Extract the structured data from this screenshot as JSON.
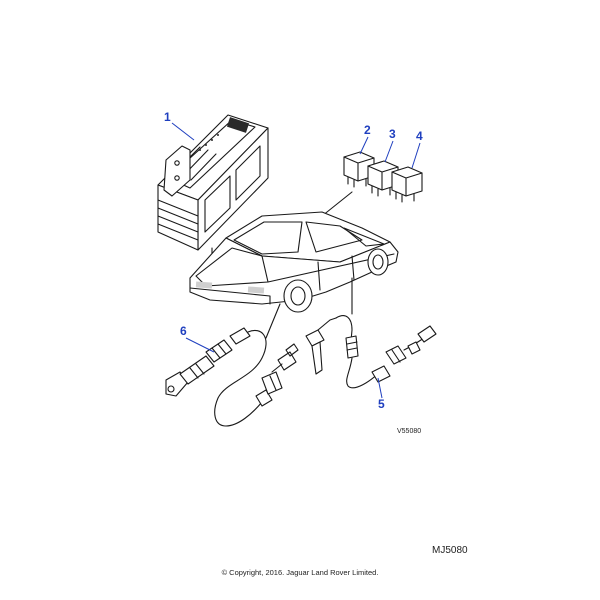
{
  "illustration_ref": "V55080",
  "drawing_code": "MJ5080",
  "copyright": "© Copyright, 2016. Jaguar Land Rover Limited.",
  "callouts": [
    "1",
    "2",
    "3",
    "4",
    "5",
    "6"
  ],
  "colors": {
    "callout": "#1f3fbf",
    "line": "#1a1a1a"
  }
}
